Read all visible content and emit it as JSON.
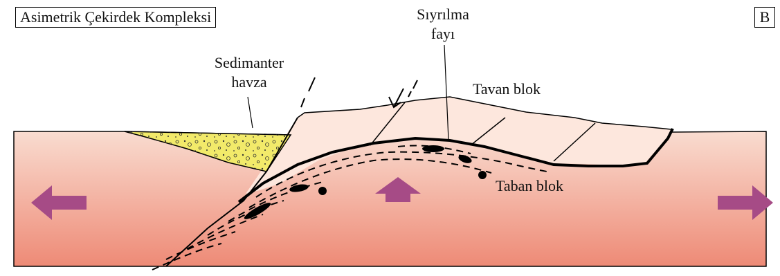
{
  "title": "Asimetrik Çekirdek Kompleksi",
  "panel_label": "B",
  "labels": {
    "sedimentary_basin": [
      "Sedimanter",
      "havza"
    ],
    "detachment_fault": [
      "Sıyrılma",
      "fayı"
    ],
    "hanging_wall": "Tavan blok",
    "footwall": "Taban blok"
  },
  "colors": {
    "crust_top": "#f9dcd0",
    "crust_bottom": "#ee8a76",
    "hanging_wall": "#fde7dd",
    "basin_fill": "#f2ea6a",
    "arrows": "#a64b86",
    "lines": "#000000"
  },
  "icons": [
    "left-extension-arrow-icon",
    "uplift-arrow-icon",
    "right-extension-arrow-icon",
    "fault-motion-arrow-icon"
  ]
}
